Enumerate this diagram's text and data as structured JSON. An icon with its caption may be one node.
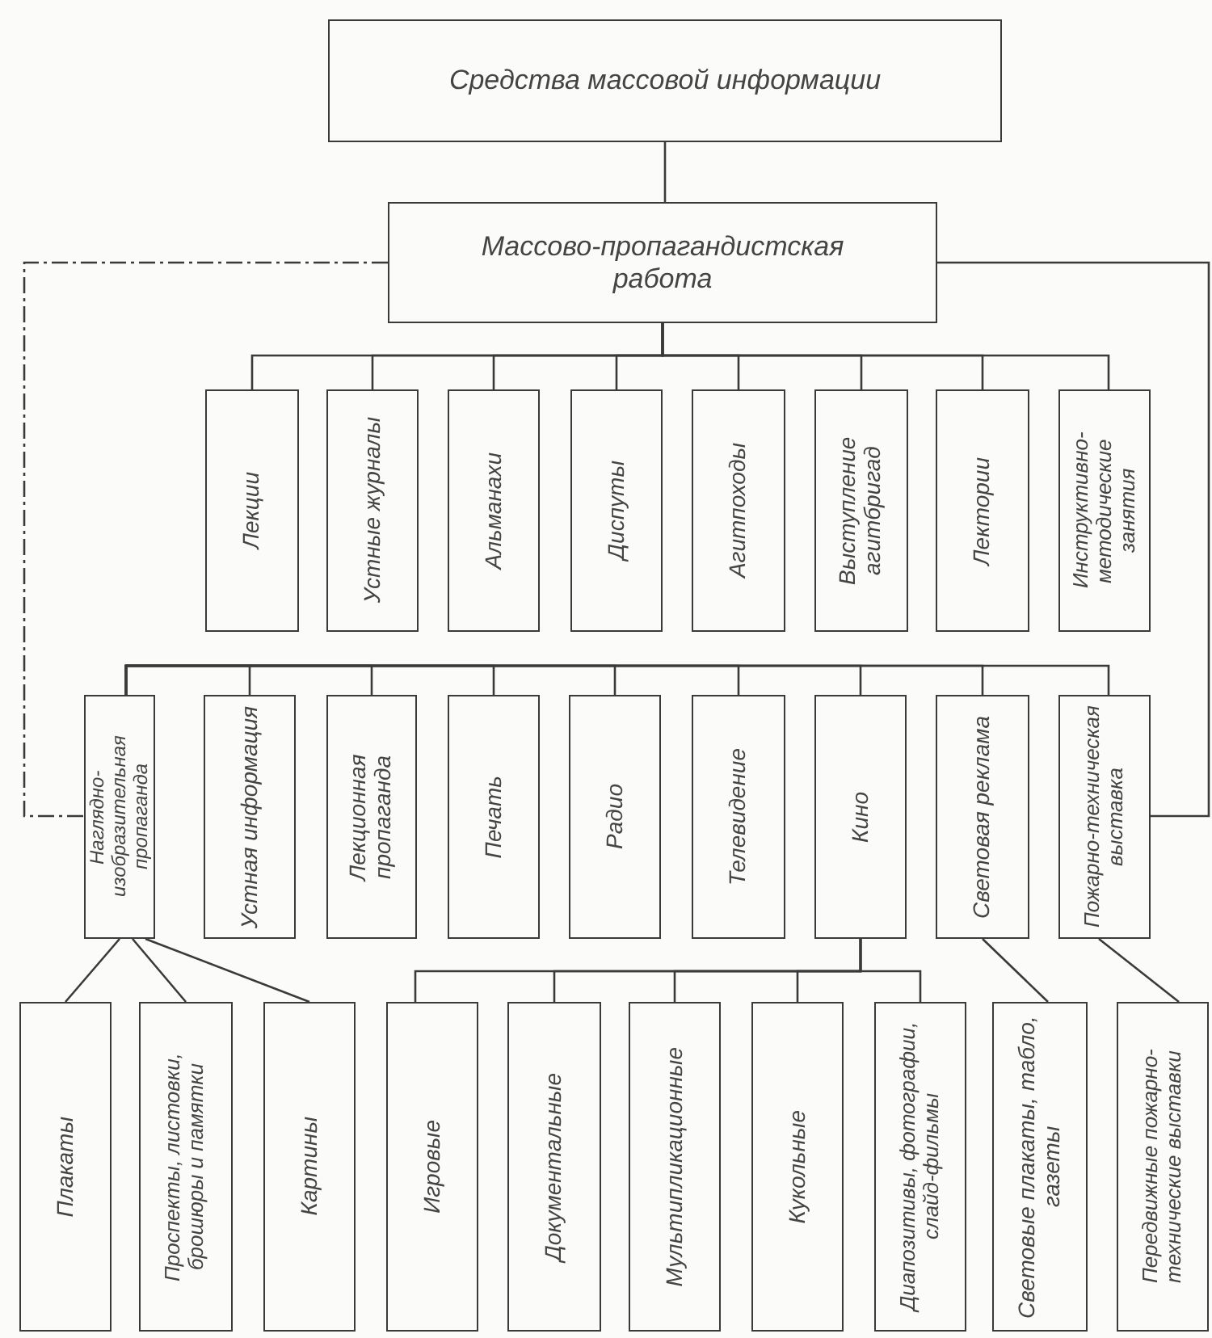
{
  "diagram": {
    "nodes": [
      {
        "text": [
          "Средства массовой информации"
        ]
      },
      {
        "text": [
          "Массово-пропагандистская работа"
        ]
      },
      {
        "text": [
          "Лекции"
        ]
      },
      {
        "text": [
          "Устные журналы"
        ]
      },
      {
        "text": [
          "Альманахи"
        ]
      },
      {
        "text": [
          "Диспуты"
        ]
      },
      {
        "text": [
          "Агитпоходы"
        ]
      },
      {
        "text": [
          "Выступление агитбригад"
        ]
      },
      {
        "text": [
          "Лектории"
        ]
      },
      {
        "text": [
          "Инструктивно-методические занятия"
        ]
      },
      {
        "text": [
          "Наглядно-изобразительная пропаганда"
        ]
      },
      {
        "text": [
          "Устная информация"
        ]
      },
      {
        "text": [
          "Лекционная пропаганда"
        ]
      },
      {
        "text": [
          "Печать"
        ]
      },
      {
        "text": [
          "Радио"
        ]
      },
      {
        "text": [
          "Телевидение"
        ]
      },
      {
        "text": [
          "Кино"
        ]
      },
      {
        "text": [
          "Световая реклама"
        ]
      },
      {
        "text": [
          "Пожарно-техническая выставка"
        ]
      },
      {
        "text": [
          "Плакаты"
        ]
      },
      {
        "text": [
          "Проспекты, листовки, брошюры и памятки"
        ]
      },
      {
        "text": [
          "Картины"
        ]
      },
      {
        "text": [
          "Игровые"
        ]
      },
      {
        "text": [
          "Документальные"
        ]
      },
      {
        "text": [
          "Мультипликационные"
        ]
      },
      {
        "text": [
          "Кукольные"
        ]
      },
      {
        "text": [
          "Диапозитивы, фотографии, слайд-фильмы"
        ]
      },
      {
        "text": [
          "Световые плакаты, табло, газеты"
        ]
      },
      {
        "text": [
          "Передвижные пожарно-технические выставки"
        ]
      }
    ],
    "edges": [
      {
        "from": 0,
        "to": 1,
        "arrow": "none"
      },
      {
        "from": 1,
        "to": 2,
        "arrow": "none"
      },
      {
        "from": 1,
        "to": 3,
        "arrow": "none"
      },
      {
        "from": 1,
        "to": 4,
        "arrow": "none"
      },
      {
        "from": 1,
        "to": 5,
        "arrow": "none"
      },
      {
        "from": 1,
        "to": 6,
        "arrow": "none"
      },
      {
        "from": 1,
        "to": 7,
        "arrow": "none"
      },
      {
        "from": 1,
        "to": 8,
        "arrow": "none"
      },
      {
        "from": 1,
        "to": 9,
        "arrow": "none"
      },
      {
        "from": 1,
        "to": 10,
        "arrow": "none",
        "style": "dashed"
      },
      {
        "from": 1,
        "to": 18,
        "arrow": "none"
      },
      {
        "from": 10,
        "to": 11,
        "arrow": "none"
      },
      {
        "from": 10,
        "to": 12,
        "arrow": "none"
      },
      {
        "from": 10,
        "to": 13,
        "arrow": "none"
      },
      {
        "from": 10,
        "to": 14,
        "arrow": "none"
      },
      {
        "from": 10,
        "to": 15,
        "arrow": "none"
      },
      {
        "from": 10,
        "to": 16,
        "arrow": "none"
      },
      {
        "from": 10,
        "to": 17,
        "arrow": "none"
      },
      {
        "from": 10,
        "to": 18,
        "arrow": "none"
      },
      {
        "from": 10,
        "to": 19,
        "arrow": "none"
      },
      {
        "from": 10,
        "to": 20,
        "arrow": "none"
      },
      {
        "from": 10,
        "to": 21,
        "arrow": "none"
      },
      {
        "from": 16,
        "to": 22,
        "arrow": "none"
      },
      {
        "from": 16,
        "to": 23,
        "arrow": "none"
      },
      {
        "from": 16,
        "to": 24,
        "arrow": "none"
      },
      {
        "from": 16,
        "to": 25,
        "arrow": "none"
      },
      {
        "from": 16,
        "to": 26,
        "arrow": "none"
      },
      {
        "from": 17,
        "to": 27,
        "arrow": "none"
      },
      {
        "from": 18,
        "to": 28,
        "arrow": "none"
      }
    ]
  }
}
